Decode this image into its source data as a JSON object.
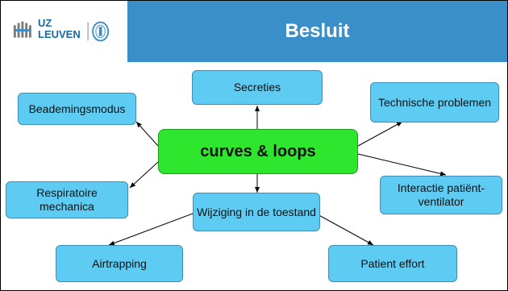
{
  "header": {
    "logo_text_line1": "UZ",
    "logo_text_line2": "LEUVEN",
    "title": "Besluit"
  },
  "diagram": {
    "center": "curves & loops",
    "nodes": {
      "secreties": "Secreties",
      "beademingsmodus": "Beademingsmodus",
      "technische_problemen": "Technische problemen",
      "respiratoire_mechanica": "Respiratoire mechanica",
      "wijziging": "Wijziging in de toestand",
      "interactie": "Interactie patiënt-ventilator",
      "airtrapping": "Airtrapping",
      "patient_effort": "Patient effort"
    }
  },
  "colors": {
    "header_blue": "#3b8fc8",
    "node_blue": "#5ecbf2",
    "center_green": "#2ee62e"
  }
}
